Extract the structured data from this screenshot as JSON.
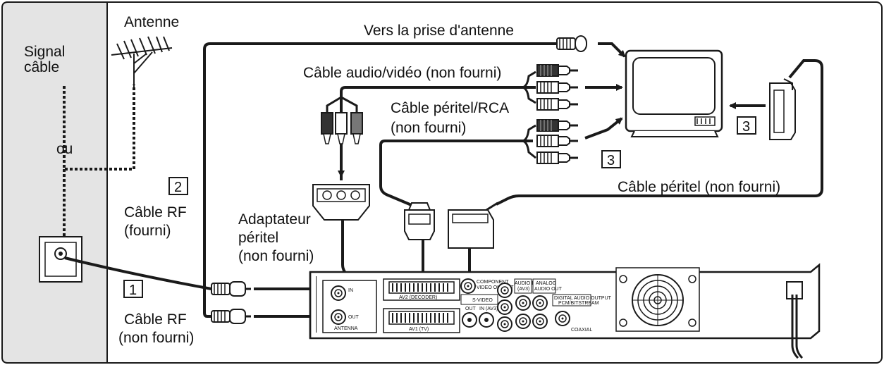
{
  "labels": {
    "signal": "Signal",
    "cable_word": "câble",
    "ou": "ou",
    "antenne": "Antenne",
    "vers_prise": "Vers la prise d'antenne",
    "cable_audio_video": "Câble audio/vidéo (non fourni)",
    "cable_peritel_rca_1": "Câble péritel/RCA",
    "cable_peritel_rca_2": "(non fourni)",
    "cable_peritel": "Câble péritel (non fourni)",
    "adaptateur_1": "Adaptateur",
    "adaptateur_2": "péritel",
    "adaptateur_3": "(non fourni)",
    "cable_rf_fourni_1": "Câble RF",
    "cable_rf_fourni_2": "(fourni)",
    "cable_rf_non_1": "Câble RF",
    "cable_rf_non_2": "(non fourni)"
  },
  "steps": {
    "one": "1",
    "two": "2",
    "three_a": "3",
    "three_b": "3"
  },
  "rear_panel": {
    "in": "IN",
    "out": "OUT",
    "antenna": "ANTENNA",
    "av2": "AV2 (DECODER)",
    "av1": "AV1 (TV)",
    "component_1": "COMPONENT",
    "component_2": "VIDEO OUTPUT",
    "s_video": "S-VIDEO",
    "sv_out": "OUT",
    "sv_in": "IN (AV3)",
    "audio_in_1": "AUDIO IN",
    "audio_in_2": "(AV3)",
    "analog_1": "ANALOG",
    "analog_2": "AUDIO OUT",
    "digital_1": "DIGITAL AUDIO OUTPUT",
    "digital_2": "PCM/BITSTREAM",
    "coaxial": "COAXIAL"
  },
  "colors": {
    "left_panel": "#e4e4e4",
    "line": "#1a1a1a",
    "bg": "#ffffff"
  }
}
